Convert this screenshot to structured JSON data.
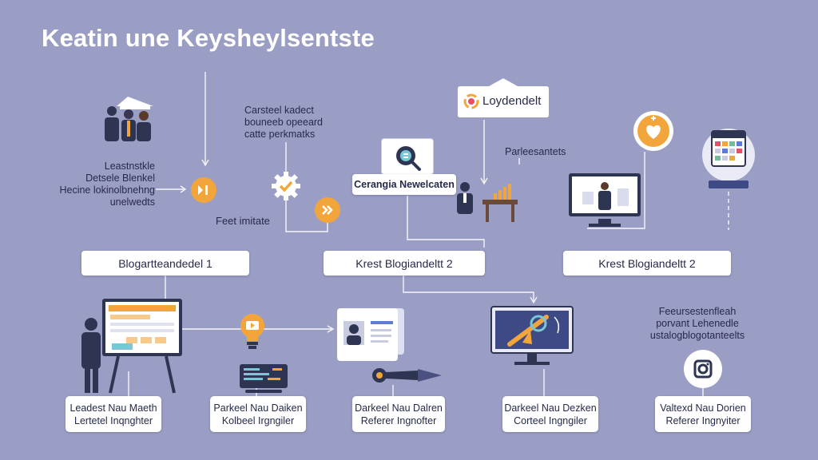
{
  "title": "Keatin une Keysheylsentste",
  "left_note": {
    "line1": "Leastnstkle",
    "line2": "Detsele Blenkel",
    "line3": "Hecine lokinolbnehng",
    "line4": "unelwedts"
  },
  "top_note": {
    "line1": "Carsteel kadect",
    "line2": "bouneeb opeeard",
    "line3": "catte perkmatks"
  },
  "feet_label": "Feet imitate",
  "newsletter_label": "Cerangia Newelcaten",
  "brand_badge": "Loydendelt",
  "parleesantets_label": "Parleesantets",
  "boxes": {
    "box1": "Blogartteandedel 1",
    "box2": "Krest Blogiandeltt 2",
    "box3": "Krest Blogiandeltt 2"
  },
  "right_note": {
    "line1": "Feeursestenfleah",
    "line2": "porvant Lehenedle",
    "line3": "ustalogblogotanteelts"
  },
  "cards": {
    "c1": {
      "line1": "Leadest Nau Maeth",
      "line2": "Lertetel Inqnghter"
    },
    "c2": {
      "line1": "Parkeel Nau Daiken",
      "line2": "Kolbeel Irgngiler"
    },
    "c3": {
      "line1": "Darkeel Nau Dalren",
      "line2": "Referer Ingnofter"
    },
    "c4": {
      "line1": "Darkeel Nau Dezken",
      "line2": "Corteel Ingngiler"
    },
    "c5": {
      "line1": "Valtexd Nau Dorien",
      "line2": "Referer Ingnyiter"
    }
  },
  "colors": {
    "background": "#9b9ec4",
    "accent_orange": "#f2a53a",
    "navy": "#2e3552",
    "screen_blue": "#3e4a86"
  },
  "icons": [
    "team-icon",
    "play-forward-icon",
    "gear-check-icon",
    "fast-forward-icon",
    "search-magnifier-icon",
    "brand-logo-icon",
    "presenter-icon",
    "bar-chart-icon",
    "video-presenter-icon",
    "heart-icon",
    "calendar-icon",
    "whiteboard-presenter-icon",
    "lightbulb-play-icon",
    "code-panel-icon",
    "profile-document-icon",
    "screwdriver-icon",
    "monitor-tools-icon",
    "camera-icon"
  ]
}
